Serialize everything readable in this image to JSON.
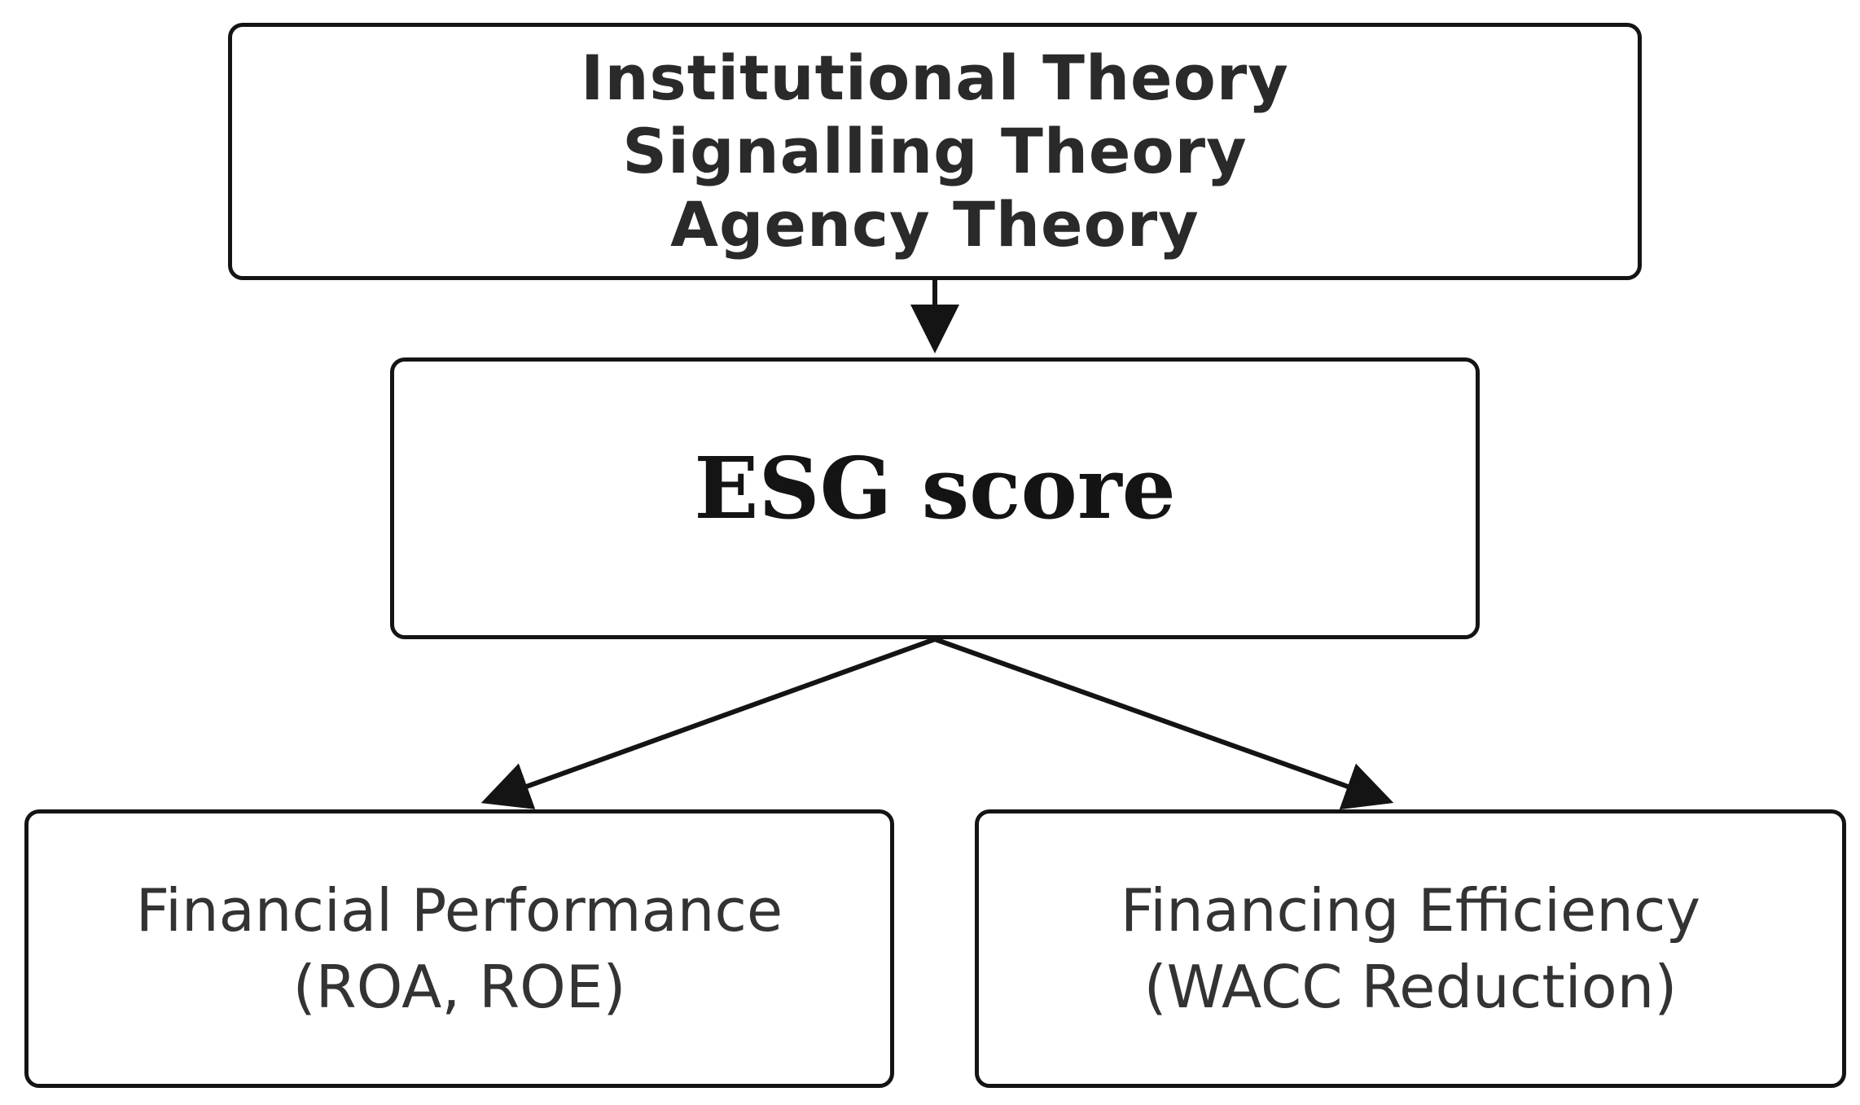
{
  "theories": {
    "lines": [
      "Institutional Theory",
      "Signalling Theory",
      "Agency Theory"
    ]
  },
  "center": {
    "label": "ESG score"
  },
  "outcomes": [
    {
      "title": "Financial Performance",
      "subtitle": "(ROA, ROE)"
    },
    {
      "title": "Financing Efficiency",
      "subtitle": "(WACC Reduction)"
    }
  ],
  "colors": {
    "stroke": "#141414",
    "text": "#2a2a2a"
  }
}
